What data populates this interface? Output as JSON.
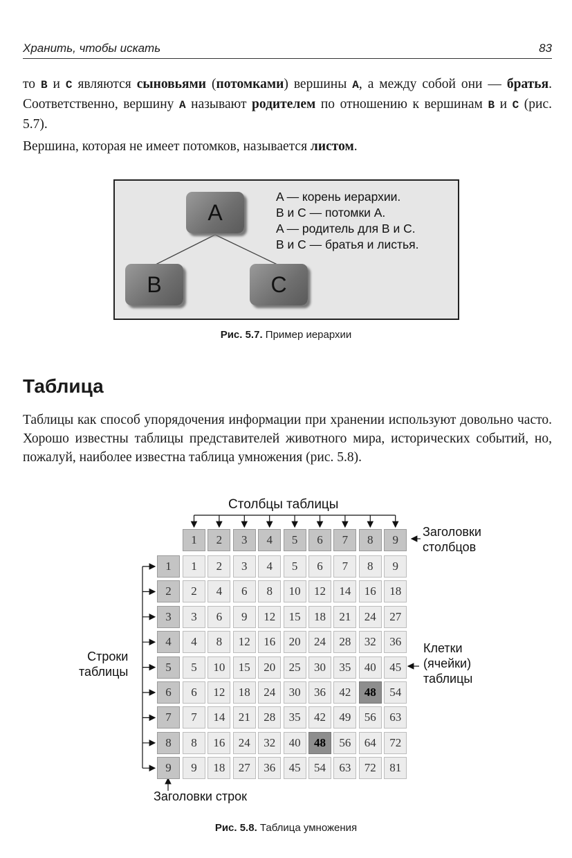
{
  "header": {
    "left": "Хранить, чтобы искать",
    "page_number": "83"
  },
  "para1": {
    "t1": "то ",
    "c1": "B",
    "t2": " и ",
    "c2": "C",
    "t3": " являются ",
    "b1": "сыновьями",
    "t4": " (",
    "b2": "потомками",
    "t5": ") вершины ",
    "c3": "A",
    "t6": ", а между собой они — ",
    "b3": "братья",
    "t7": ". Соответственно, вершину ",
    "c4": "A",
    "t8": " называют ",
    "b4": "родителем",
    "t9": " по отношению к вершинам ",
    "c5": "B",
    "t10": " и ",
    "c6": "C",
    "t11": " (рис. 5.7)."
  },
  "para2": {
    "t1": "Вершина, которая не имеет потомков, называется ",
    "b1": "листом",
    "t2": "."
  },
  "figure1": {
    "nodes": {
      "a": "A",
      "b": "B",
      "c": "C"
    },
    "text": [
      "A — корень иерархии.",
      "B и C — потомки A.",
      "A — родитель для B и C.",
      "B и C — братья и листья."
    ],
    "caption_label": "Рис. 5.7.",
    "caption_text": " Пример иерархии"
  },
  "section_heading": "Таблица",
  "para3": "Таблицы как способ упорядочения информации при хранении используют довольно часто. Хорошо известны таблицы представителей животного мира, исторических событий, но, пожалуй, наиболее известна таблица умножения (рис. 5.8).",
  "figure2": {
    "columns_label": "Столбцы таблицы",
    "column_headers_label": [
      "Заголовки",
      "столбцов"
    ],
    "rows_label": [
      "Строки",
      "таблицы"
    ],
    "cells_label": [
      "Клетки",
      "(ячейки)",
      "таблицы"
    ],
    "row_headers_label": "Заголовки строк",
    "headers": [
      1,
      2,
      3,
      4,
      5,
      6,
      7,
      8,
      9
    ],
    "highlighted": [
      [
        6,
        8
      ],
      [
        8,
        6
      ]
    ],
    "caption_label": "Рис. 5.8.",
    "caption_text": " Таблица умножения"
  }
}
